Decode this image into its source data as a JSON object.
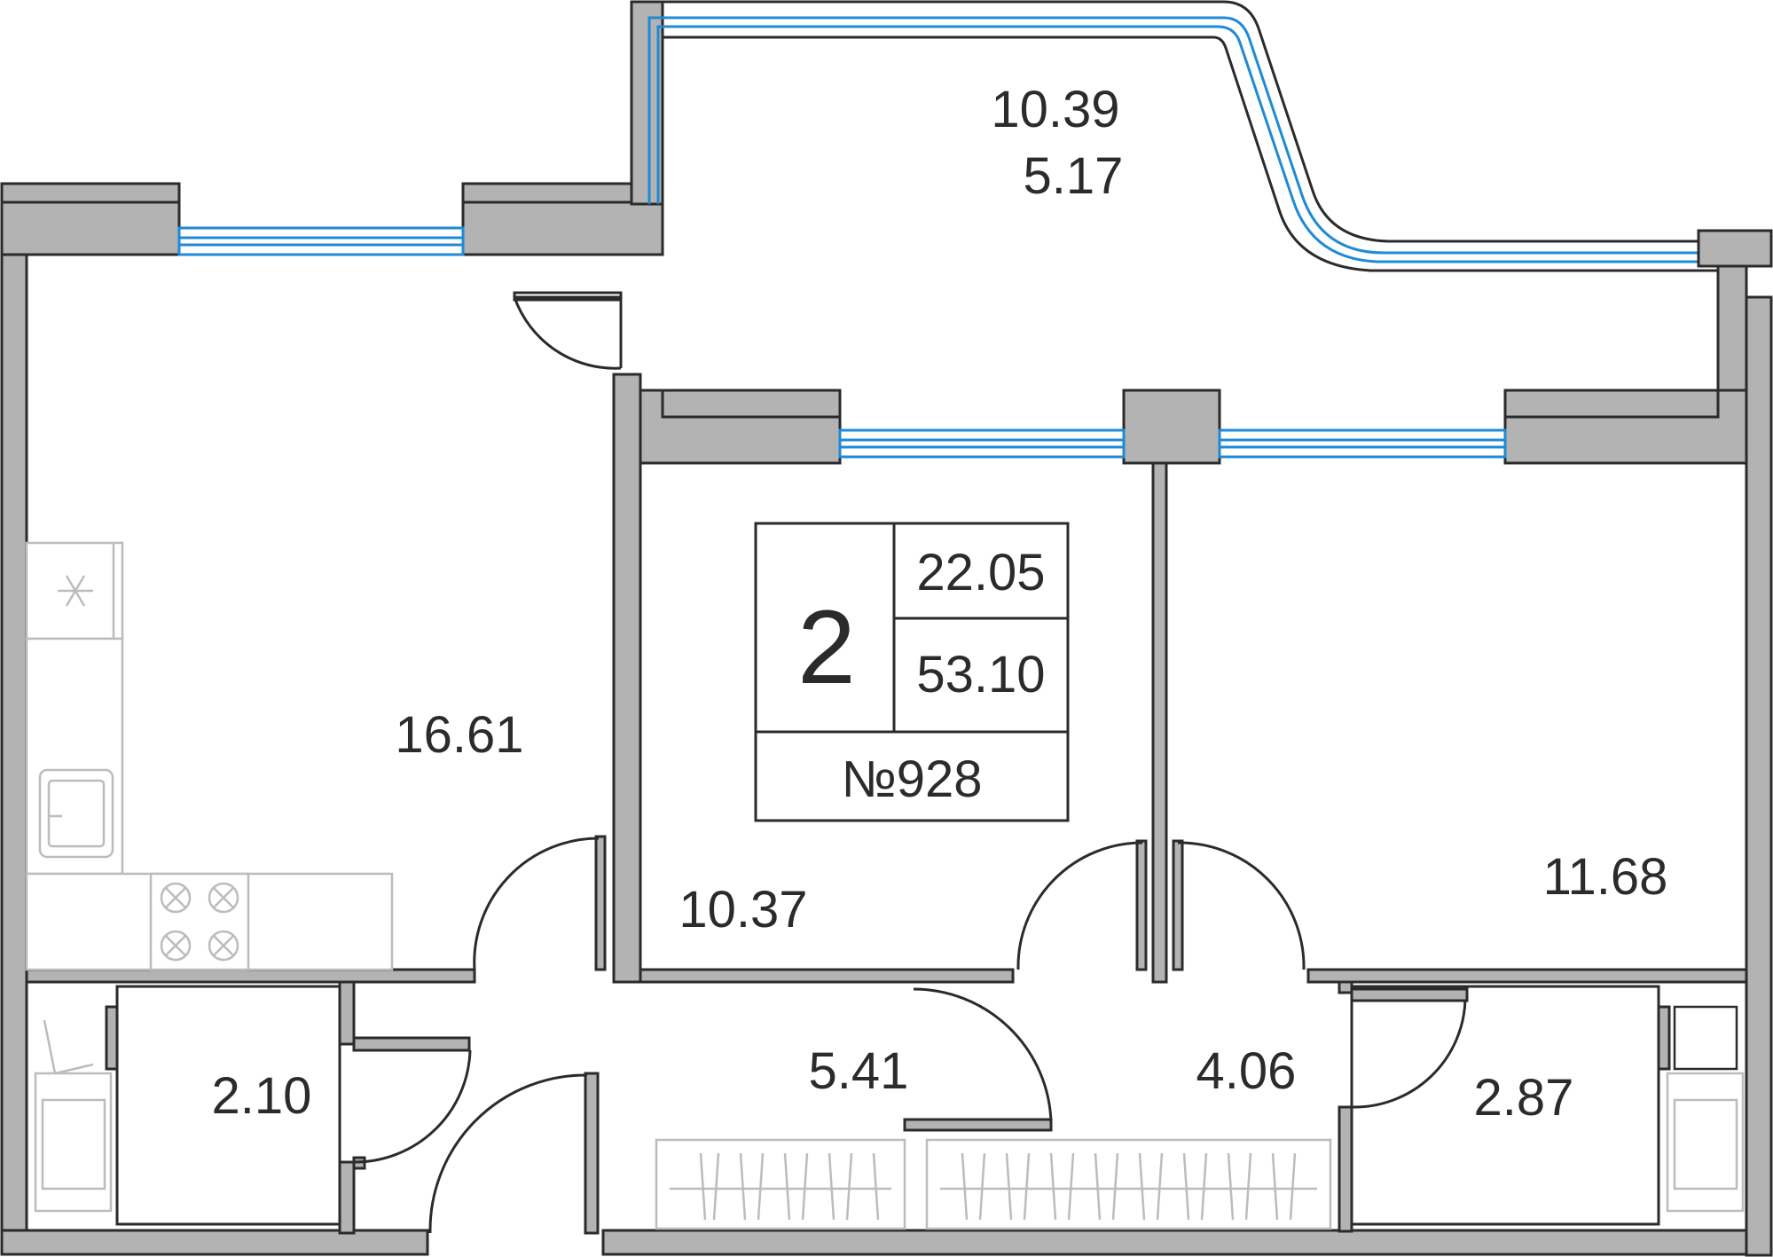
{
  "apartment": {
    "rooms_count": "2",
    "living_area": "22.05",
    "total_area": "53.10",
    "number": "№928"
  },
  "rooms": {
    "balcony_area_1": "10.39",
    "balcony_area_2": "5.17",
    "kitchen": "16.61",
    "bedroom_middle": "10.37",
    "bedroom_right": "11.68",
    "bathroom_left": "2.10",
    "hall": "5.41",
    "corridor": "4.06",
    "bathroom_right": "2.87"
  },
  "colors": {
    "wall_fill": "#b3b3b3",
    "wall_stroke": "#2b2b2b",
    "window": "#1f8ad6",
    "fixture": "#bcbcbc"
  },
  "icons": [
    "snowflake-icon",
    "sink-icon",
    "stove-icon",
    "washing-machine-icon",
    "wardrobe-icon"
  ]
}
